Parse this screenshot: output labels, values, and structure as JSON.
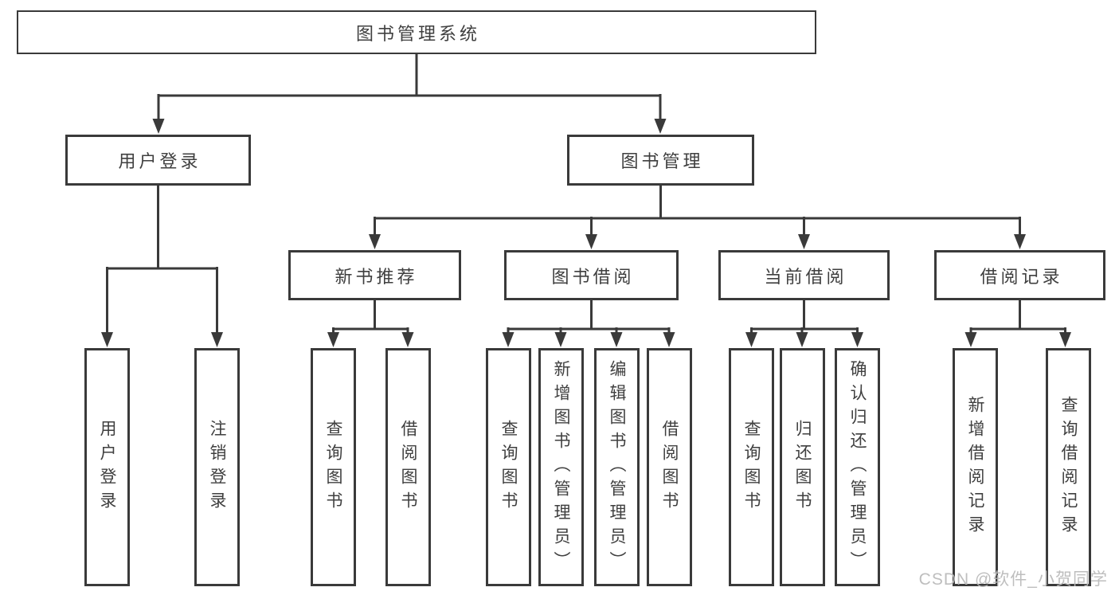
{
  "diagram": {
    "title": "图书管理系统",
    "root": {
      "label": "图书管理系统",
      "children": [
        {
          "label": "用户登录",
          "children": [
            {
              "label": "用户登录"
            },
            {
              "label": "注销登录"
            }
          ]
        },
        {
          "label": "图书管理",
          "children": [
            {
              "label": "新书推荐",
              "children": [
                {
                  "label": "查询图书"
                },
                {
                  "label": "借阅图书"
                }
              ]
            },
            {
              "label": "图书借阅",
              "children": [
                {
                  "label": "查询图书"
                },
                {
                  "label": "新增图书（管理员）"
                },
                {
                  "label": "编辑图书（管理员）"
                },
                {
                  "label": "借阅图书"
                }
              ]
            },
            {
              "label": "当前借阅",
              "children": [
                {
                  "label": "查询图书"
                },
                {
                  "label": "归还图书"
                },
                {
                  "label": "确认归还（管理员）"
                }
              ]
            },
            {
              "label": "借阅记录",
              "children": [
                {
                  "label": "新增借阅记录"
                },
                {
                  "label": "查询借阅记录"
                }
              ]
            }
          ]
        }
      ]
    }
  },
  "watermark": {
    "text": "CSDN @软件_小贺同学"
  },
  "colors": {
    "line": "#3a3a3a",
    "text": "#3f3f3f",
    "watermark": "#b9b9b9",
    "background": "#ffffff"
  }
}
